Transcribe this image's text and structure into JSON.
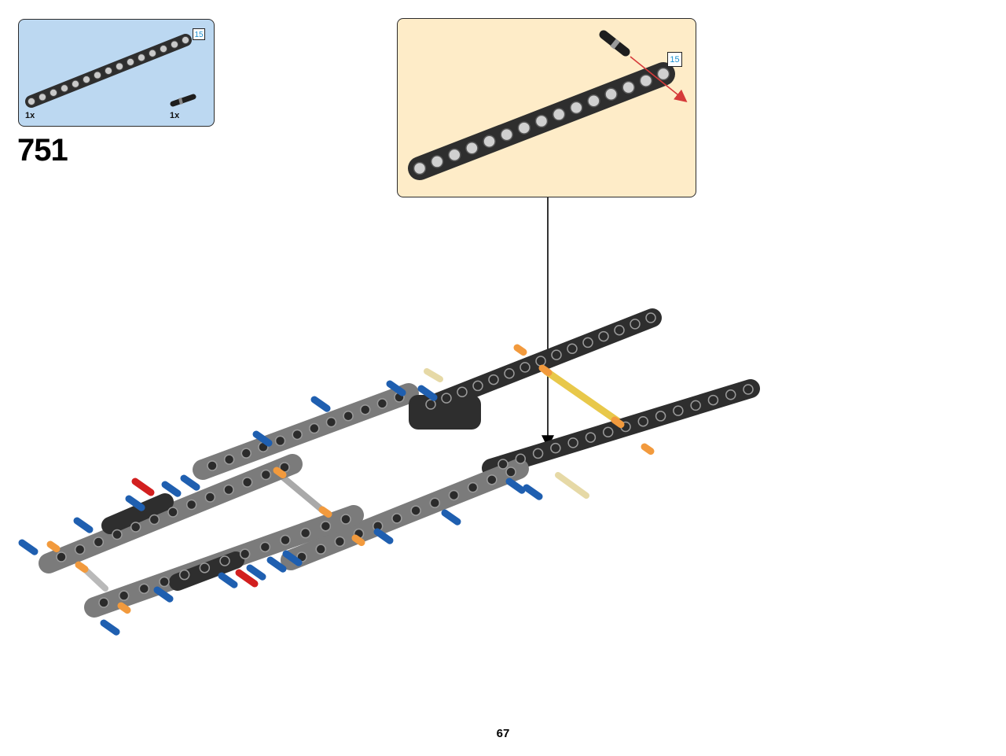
{
  "parts_list": {
    "items": [
      {
        "part": "technic-beam-15",
        "quantity": "1x",
        "length_badge": "15"
      },
      {
        "part": "technic-pin-with-axle",
        "quantity": "1x"
      }
    ]
  },
  "step": {
    "number": "751"
  },
  "callout": {
    "length_badge": "15"
  },
  "page": {
    "number": "67"
  },
  "colors": {
    "parts_bg": "#bcd8f1",
    "callout_bg": "#feecc8",
    "beam_dark": "#2e2e2e",
    "beam_gray": "#7b7b7b",
    "pin_blue": "#1f5fb0",
    "bush_orange": "#f29a3d",
    "pin_red": "#d21f1f",
    "axle_yellow": "#e8c84a",
    "arrow_red": "#d63a3a",
    "badge_text": "#1a8fcf"
  }
}
